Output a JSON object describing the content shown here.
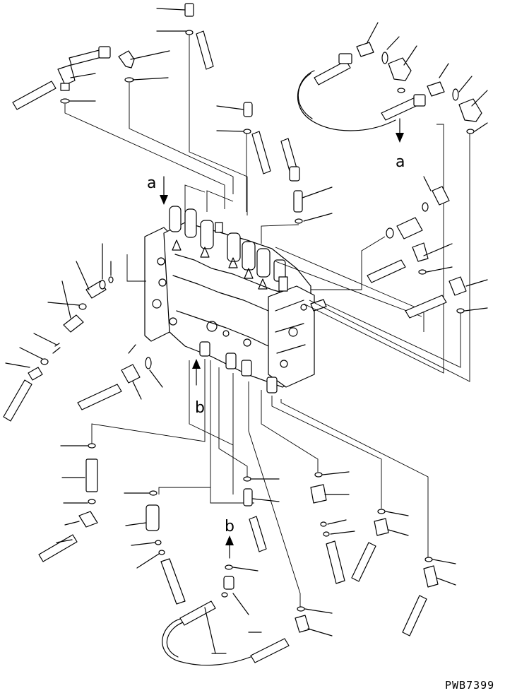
{
  "diagram": {
    "drawing_code": "PWB7399",
    "view_labels": {
      "a": "a",
      "b": "b"
    }
  }
}
